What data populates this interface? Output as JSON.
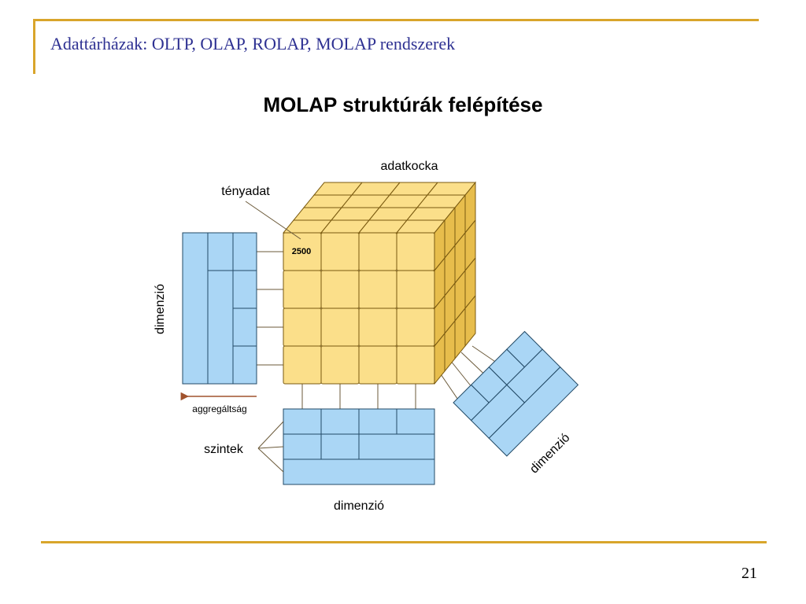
{
  "slide": {
    "title": "Adattárházak: OLTP, OLAP, ROLAP, MOLAP rendszerek",
    "number": "21",
    "accent_color": "#d9a52b",
    "title_color": "#2e3192"
  },
  "diagram": {
    "title": "MOLAP struktúrák felépítése",
    "labels": {
      "cube": "adatkocka",
      "fact": "tényadat",
      "fact_value": "2500",
      "dimension_left": "dimenzió",
      "dimension_bottom": "dimenzió",
      "dimension_right": "dimenzió",
      "aggregation": "aggregáltság",
      "levels": "szintek"
    },
    "colors": {
      "cube_face": "#fbdf8a",
      "cube_side": "#e7bd4c",
      "cube_edge": "#7a5a10",
      "dimension_fill": "#aad6f5",
      "dimension_edge": "#234a66",
      "arrow": "#a0522d",
      "connector": "#6b5a3a"
    }
  }
}
